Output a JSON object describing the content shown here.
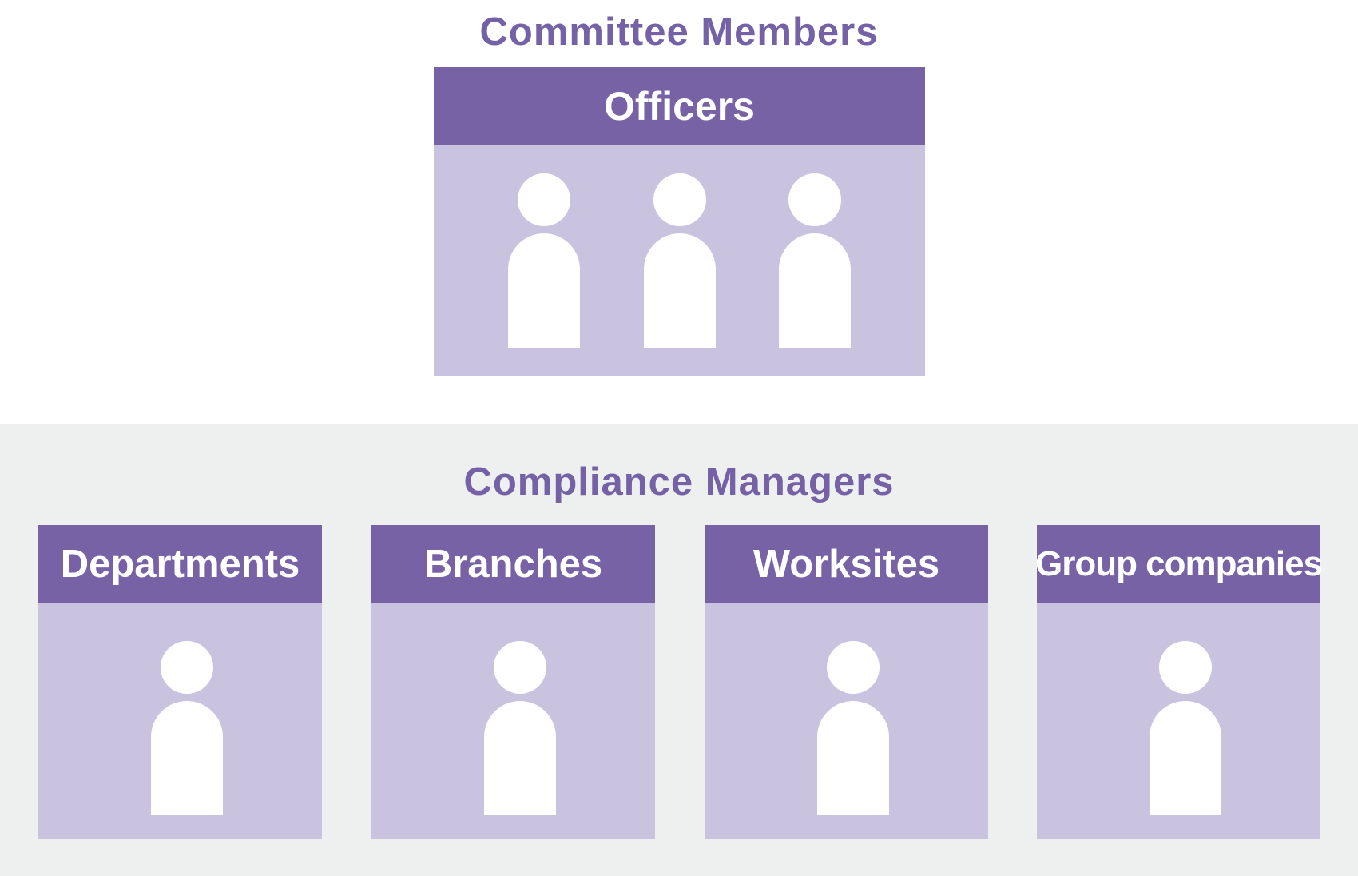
{
  "committee": {
    "heading": "Committee Members",
    "officers_label": "Officers",
    "officer_count": 3
  },
  "managers": {
    "heading": "Compliance Managers",
    "units": [
      {
        "label": "Departments"
      },
      {
        "label": "Branches"
      },
      {
        "label": "Worksites"
      },
      {
        "label": "Group companies"
      }
    ]
  },
  "colors": {
    "heading_text": "#7461a6",
    "card_header": "#7762a6",
    "card_body": "#cac3e0",
    "bottom_band": "#eeefef",
    "person_icon": "#ffffff"
  },
  "icons": {
    "person": "person-icon"
  }
}
